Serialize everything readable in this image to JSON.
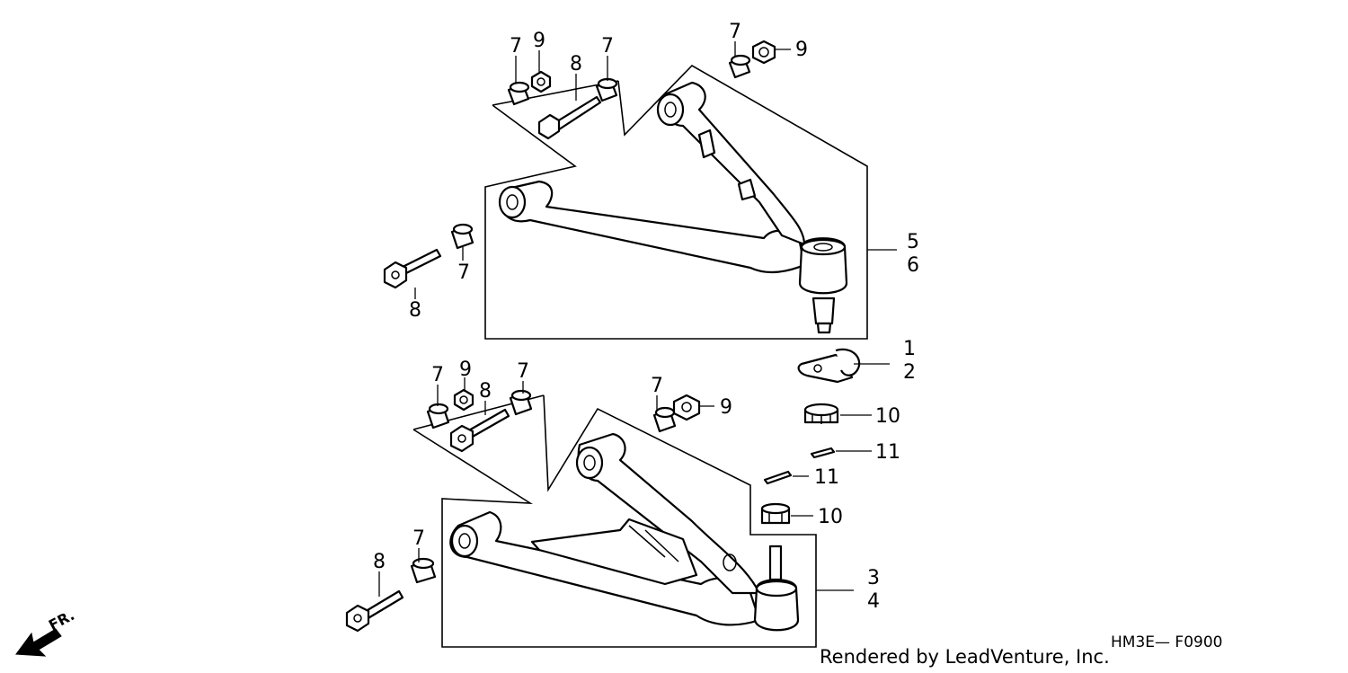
{
  "diagram": {
    "callouts": {
      "c_u7a": "7",
      "c_u9a": "9",
      "c_u8a": "8",
      "c_u7b": "7",
      "c_u7c": "7",
      "c_u9b": "9",
      "c_u7d": "7",
      "c_u8b": "8",
      "c_u5": "5",
      "c_u6": "6",
      "c_1": "1",
      "c_2": "2",
      "c_10a": "10",
      "c_11a": "11",
      "c_11b": "11",
      "c_10b": "10",
      "c_l7a": "7",
      "c_l9a": "9",
      "c_l8a": "8",
      "c_l7b": "7",
      "c_l7c": "7",
      "c_l9b": "9",
      "c_l7d": "7",
      "c_l8b": "8",
      "c_l3": "3",
      "c_l4": "4"
    },
    "direction_label": "FR.",
    "credit": "Rendered by LeadVenture, Inc.",
    "diagram_code": "HM3E— F0900"
  }
}
